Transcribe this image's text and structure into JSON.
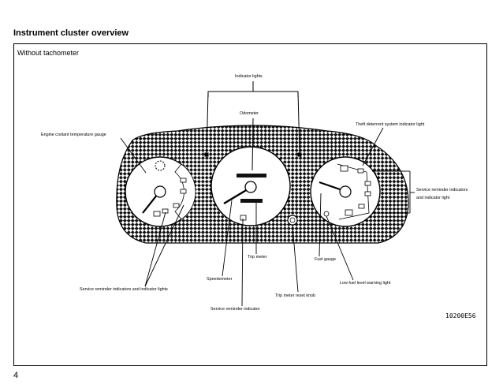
{
  "header": {
    "title": "Instrument cluster overview"
  },
  "panel": {
    "subtitle": "Without tachometer"
  },
  "labels": {
    "indicator_lights": "Indicator lights",
    "odometer": "Odometer",
    "theft_deterrent": "Theft deterrent system indicator light",
    "engine_coolant": "Engine coolant temperature gauge",
    "service_reminder_right_1": "Service reminder indicators",
    "service_reminder_right_2": "and indicator light",
    "trip_meter": "Trip meter",
    "fuel_gauge": "Fuel gauge",
    "speedometer": "Speedometer",
    "low_fuel": "Low fuel level warning light",
    "trip_reset": "Trip meter reset knob",
    "service_reminder_left": "Service reminder indicators and indicator lights",
    "service_reminder_indicator": "Service reminder indicator"
  },
  "figure_code": "10200E56",
  "footer": {
    "page_number": "4"
  }
}
